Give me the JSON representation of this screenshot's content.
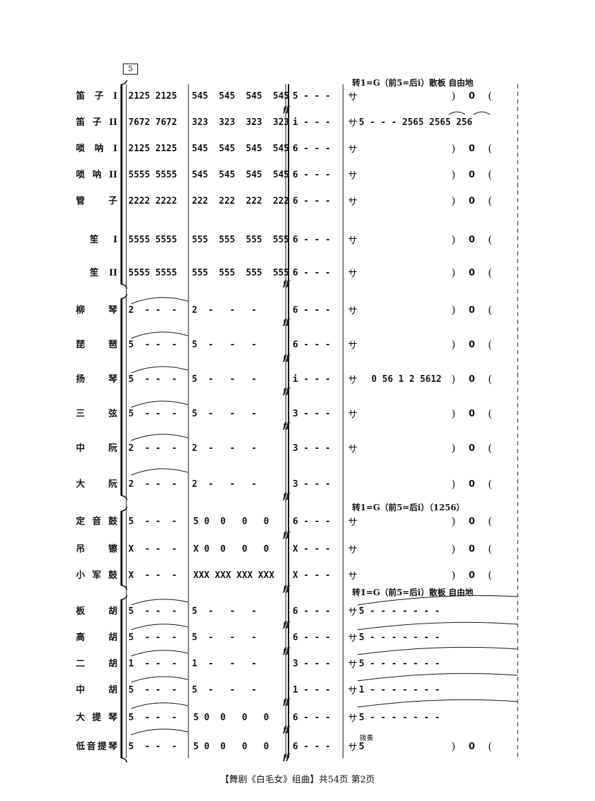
{
  "rehearsal_mark": "5",
  "tempo": {
    "winds": "转1=G（前5=后i）散板  自由地",
    "percussion": "转1=G（前5=后i）（1256）",
    "strings": "转1=G（前5=后i）散板  自由地"
  },
  "free_meter": "サ",
  "dynamic": "ff",
  "paren_close": ")",
  "paren_open": "(",
  "zero": "0",
  "plucked_label": "拨奏",
  "instruments": [
    {
      "name": "笛子I",
      "m1": "2125 2125",
      "m2": "545  545  545  545",
      "m3": "5 - - -",
      "extra": "",
      "has_end": true
    },
    {
      "name": "笛子II",
      "m1": "7672 7672",
      "m2": "323  323  323  323",
      "m3": "i - - -",
      "extra": "5   -   -   -     2565 2565 256",
      "has_end": false
    },
    {
      "name": "唢呐I",
      "m1": "2125 2125",
      "m2": "545  545  545  545",
      "m3": "6 - - -",
      "extra": "",
      "has_end": true
    },
    {
      "name": "唢呐II",
      "m1": "5555 5555",
      "m2": "545  545  545  545",
      "m3": "6 - - -",
      "extra": "",
      "has_end": true
    },
    {
      "name": "管子",
      "m1": "2222 2222",
      "m2": "222  222  222  222",
      "m3": "6 - - -",
      "extra": "",
      "has_end": true
    },
    {
      "name": "笙I",
      "m1": "5555 5555",
      "m2": "555  555  555  555",
      "m3": "6 - - -",
      "extra": "",
      "has_end": true
    },
    {
      "name": "笙II",
      "m1": "5555 5555",
      "m2": "555  555  555  555",
      "m3": "6 - - -",
      "extra": "",
      "has_end": true
    },
    {
      "name": "柳琴",
      "m1": "2  - -  -",
      "m2": "2  -   -   -",
      "m3": "6 - - -",
      "extra": "",
      "has_end": true
    },
    {
      "name": "琵琶",
      "m1": "5  - -  -",
      "m2": "5  -   -   -",
      "m3": "6 - - -",
      "extra": "",
      "has_end": true
    },
    {
      "name": "扬琴",
      "m1": "5  - -  -",
      "m2": "5  -   -   -",
      "m3": "i - - -",
      "extra": "0 56 1 2  5612",
      "has_end": true
    },
    {
      "name": "三弦",
      "m1": "5  - -  -",
      "m2": "5  -   -   -",
      "m3": "3 - - -",
      "extra": "",
      "has_end": true
    },
    {
      "name": "中阮",
      "m1": "2  - -  -",
      "m2": "2  -   -   -",
      "m3": "3 - - -",
      "extra": "",
      "has_end": true
    },
    {
      "name": "大阮",
      "m1": "2  - -  -",
      "m2": "2  -   -   -",
      "m3": "3 - - -",
      "extra": "",
      "has_end": true
    },
    {
      "name": "定音鼓",
      "m1": "5  - -  -",
      "m2": "5 0  0   0   0",
      "m3": "6 - - -",
      "extra": "",
      "has_end": true
    },
    {
      "name": "吊镲",
      "m1": "X  - -  -",
      "m2": "X 0  0   0   0",
      "m3": "X - - -",
      "extra": "",
      "has_end": true
    },
    {
      "name": "小军鼓",
      "m1": "X  - -  -",
      "m2": "XXX XXX XXX XXX",
      "m3": "X - - -",
      "extra": "",
      "has_end": true
    },
    {
      "name": "板胡",
      "m1": "5  - -  -",
      "m2": "5  -   -   -",
      "m3": "6 - - -",
      "extra": "5  -   -   -   -   -   -   -",
      "has_end": false
    },
    {
      "name": "高胡",
      "m1": "5  - -  -",
      "m2": "5  -   -   -",
      "m3": "6 - - -",
      "extra": "5  -   -   -   -   -   -   -",
      "has_end": false
    },
    {
      "name": "二胡",
      "m1": "1  - -  -",
      "m2": "1  -   -   -",
      "m3": "3 - - -",
      "extra": "5  -   -   -   -   -   -   -",
      "has_end": false
    },
    {
      "name": "中胡",
      "m1": "5  - -  -",
      "m2": "5  -   -   -",
      "m3": "1 - - -",
      "extra": "1  -   -   -   -   -   -   -",
      "has_end": false
    },
    {
      "name": "大提琴",
      "m1": "5  - -  -",
      "m2": "5 0  0   0   0",
      "m3": "6 - - -",
      "extra": "5  -   -   -   -   -   -   -",
      "has_end": false
    },
    {
      "name": "低音提琴",
      "m1": "5  - -  -",
      "m2": "5 0  0   0   0",
      "m3": "6 - - -",
      "extra": "5",
      "has_end": true
    }
  ],
  "footer": "【舞剧《白毛女》组曲】共54页  第2页"
}
